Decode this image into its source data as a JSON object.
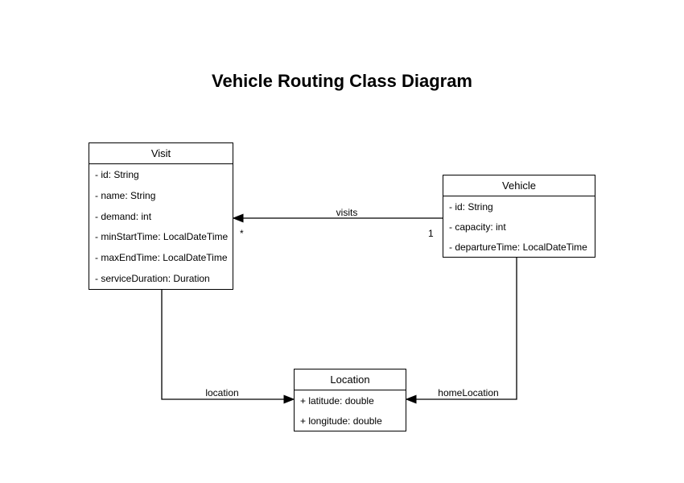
{
  "diagram": {
    "title": "Vehicle Routing Class Diagram",
    "colors": {
      "background": "#ffffff",
      "stroke": "#000000",
      "text": "#000000"
    },
    "classes": [
      {
        "name": "Visit",
        "attributes": [
          "- id: String",
          "- name: String",
          "- demand: int",
          "- minStartTime: LocalDateTime",
          "- maxEndTime: LocalDateTime",
          "- serviceDuration: Duration"
        ]
      },
      {
        "name": "Vehicle",
        "attributes": [
          "- id: String",
          "- capacity: int",
          "- departureTime: LocalDateTime"
        ]
      },
      {
        "name": "Location",
        "attributes": [
          "+ latitude: double",
          "+ longitude: double"
        ]
      }
    ],
    "associations": [
      {
        "label": "visits",
        "from": "Vehicle",
        "to": "Visit",
        "source_multiplicity": "1",
        "target_multiplicity": "*"
      },
      {
        "label": "location",
        "from": "Visit",
        "to": "Location"
      },
      {
        "label": "homeLocation",
        "from": "Vehicle",
        "to": "Location"
      }
    ]
  }
}
